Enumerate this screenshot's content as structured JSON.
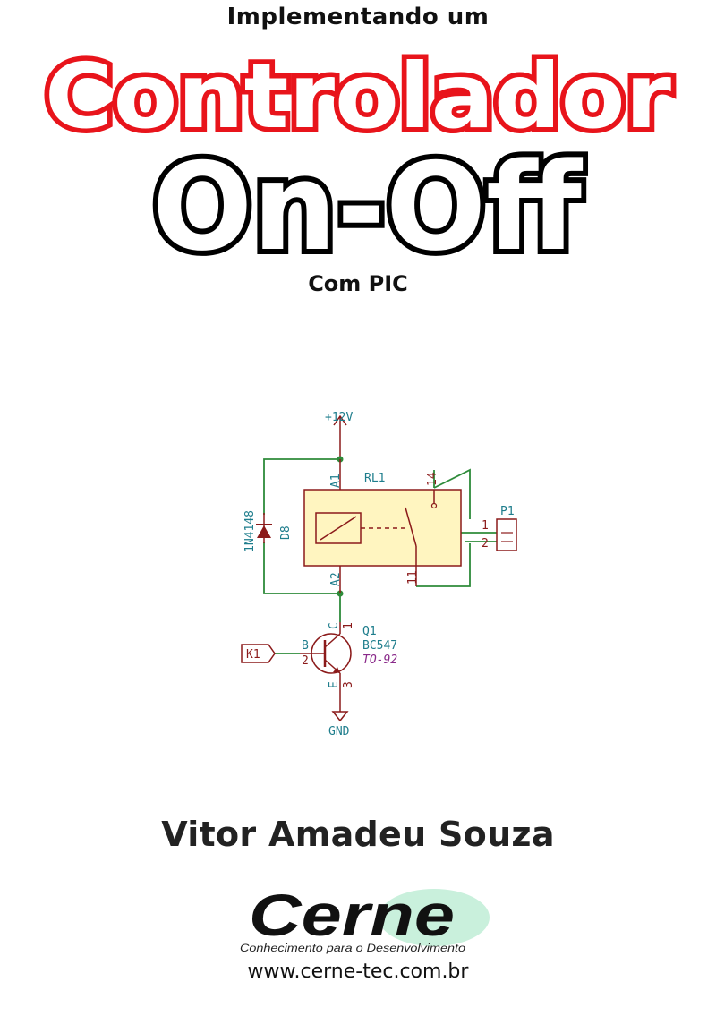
{
  "cover": {
    "pre_title": "Implementando um",
    "title_line1": "Controlador",
    "title_line2": "On-Off",
    "subtitle": "Com PIC",
    "author": "Vitor Amadeu Souza",
    "website": "www.cerne-tec.com.br"
  },
  "logo": {
    "name": "Cerne",
    "tagline": "Conhecimento para o Desenvolvimento"
  },
  "schematic": {
    "power_label": "+12V",
    "ground_label": "GND",
    "relay_ref": "RL1",
    "relay_pin_a1": "A1",
    "relay_pin_a2": "A2",
    "relay_pin_14": "14",
    "relay_pin_11": "11",
    "diode_ref": "D8",
    "diode_value": "1N4148",
    "connector_ref": "P1",
    "connector_pin1": "1",
    "connector_pin2": "2",
    "transistor_ref": "Q1",
    "transistor_value": "BC547",
    "transistor_package": "TO-92",
    "pin_b": "B",
    "pin_c": "C",
    "pin_e": "E",
    "pin_1": "1",
    "pin_2": "2",
    "pin_3": "3",
    "input_label": "K1"
  },
  "colors": {
    "title_red": "#e8141b",
    "title_black": "#000000",
    "wire": "#2e8b3a",
    "component": "#8b1a1a",
    "relay_fill": "#fff5c0",
    "ref_text": "#1e7d8c",
    "package_text": "#8a2a8a",
    "logo_swoosh": "#c9f0dc"
  }
}
